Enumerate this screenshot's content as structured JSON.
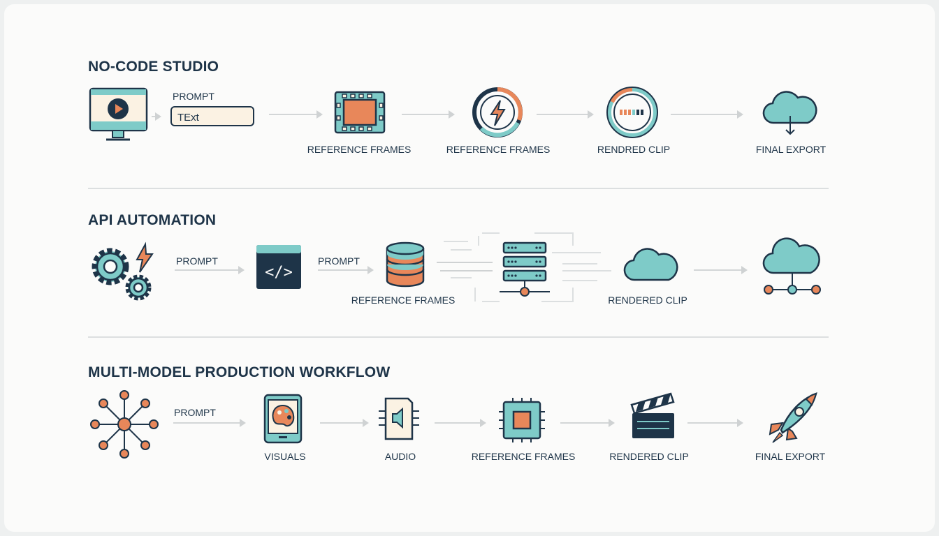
{
  "colors": {
    "navy": "#1e3448",
    "teal": "#7ecbc8",
    "orange": "#e8875a",
    "cream": "#fbf2e3"
  },
  "sections": [
    {
      "title": "NO-CODE STUDIO",
      "prompt_label": "PROMPT",
      "input_value": "TExt",
      "steps": [
        "REFERENCE FRAMES",
        "REFERENCE FRAMES",
        "RENDRED CLIP",
        "FINAL EXPORT"
      ]
    },
    {
      "title": "API AUTOMATION",
      "prompt_labels": [
        "PROMPT",
        "PROMPT"
      ],
      "steps": [
        "REFERENCE FRAMES",
        "RENDERED CLIP"
      ]
    },
    {
      "title": "MULTI-MODEL PRODUCTION WORKFLOW",
      "prompt_label": "PROMPT",
      "steps": [
        "VISUALS",
        "AUDIO",
        "REFERENCE FRAMES",
        "RENDERED CLIP",
        "FINAL EXPORT"
      ]
    }
  ]
}
